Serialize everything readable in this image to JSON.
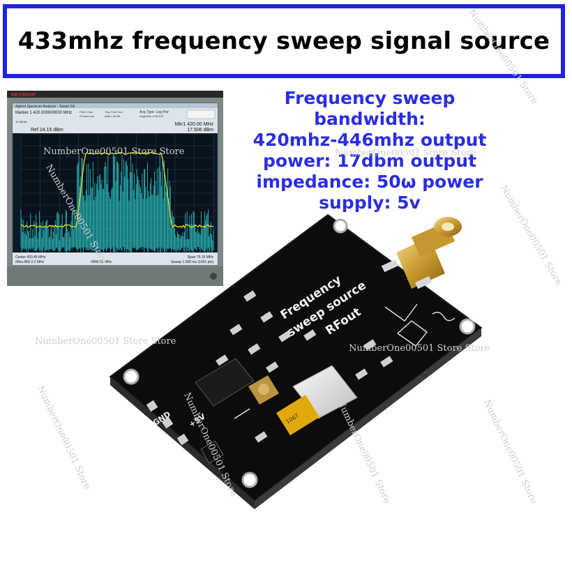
{
  "title": "433mhz frequency sweep signal source",
  "specs": {
    "lines": [
      "Frequency sweep",
      "bandwidth:",
      "420mhz-446mhz output",
      "power: 17dbm output",
      "impedance: 50ω power",
      "supply: 5v"
    ]
  },
  "analyzer": {
    "brand": "KEYSIGHT",
    "app_title": "Agilent Spectrum Analyzer - Swept SA",
    "marker": "Marker 1 420.000000000 MHz",
    "pno": "PNO: Fast",
    "gain": "IFGain:Low",
    "trig": "Trig: Free Run",
    "atten": "Atten: 36 dB",
    "avg_type": "Avg Type: Log-Pwr",
    "avg_hold": "Avg|Hold:>100/100",
    "ref": "Ref 24.15 dBm",
    "scale": "10 dB/div",
    "mkr_freq": "Mkr1 420.00 MHz",
    "mkr_level": "17.506 dBm",
    "center": "Center 433.45 MHz",
    "res_bw": "#Res BW 2.2 MHz",
    "vbw": "VBW 50 MHz",
    "span": "Span 75.15 MHz",
    "sweep": "Sweep 1.000 ms (1001 pts)"
  },
  "board": {
    "silk_line1": "Frequency",
    "silk_line2": "sweep source",
    "rfout": "RFout",
    "gnd": "GND",
    "plus5v": "+5V",
    "cap_code": "106T"
  },
  "watermarks": [
    "NumberOne00501 Store Store",
    "NumberOne00501 Store Store",
    "NumberOne00501 Store Store",
    "NumberOne00501 Store Store",
    "NumberOne00501 Store",
    "NumberOne00501 Store",
    "NumberOne00501 Store",
    "NumberOne00501 Store",
    "NumberOne00501 Store",
    "NumberOne00501 Store",
    "NumberOne00501 Store"
  ],
  "colors": {
    "title_border": "#1e23e0",
    "spec_text": "#2a2ee0",
    "trace_yellow": "#e6dc2a",
    "trace_cyan": "#2fd0d0",
    "pcb": "#0c0c0c"
  }
}
